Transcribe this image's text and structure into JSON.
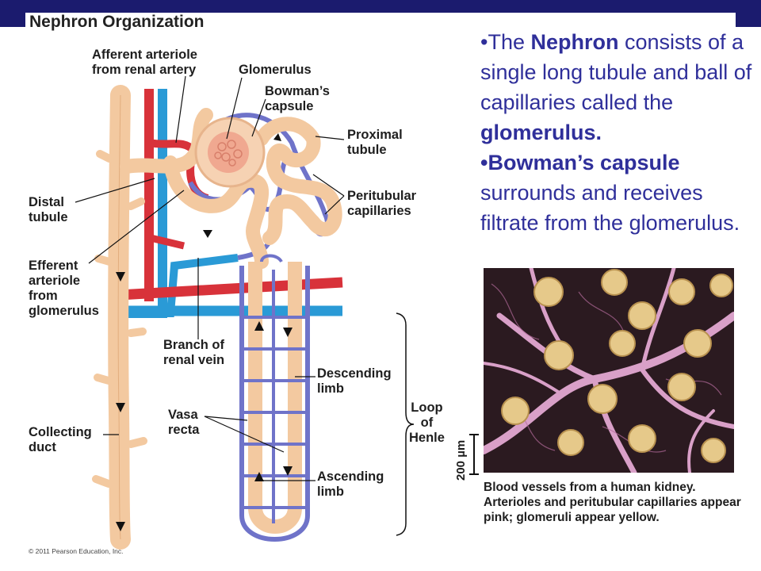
{
  "title": "Nephron Organization",
  "labels": {
    "afferent_line1": "Afferent arteriole",
    "afferent_line2": "from renal artery",
    "glomerulus": "Glomerulus",
    "bowmans_line1": "Bowman’s",
    "bowmans_line2": "capsule",
    "proximal_line1": "Proximal",
    "proximal_line2": "tubule",
    "peritubular_line1": "Peritubular",
    "peritubular_line2": "capillaries",
    "distal_line1": "Distal",
    "distal_line2": "tubule",
    "efferent_line1": "Efferent",
    "efferent_line2": "arteriole",
    "efferent_line3": "from",
    "efferent_line4": "glomerulus",
    "branch_line1": "Branch of",
    "branch_line2": "renal vein",
    "descending_line1": "Descending",
    "descending_line2": "limb",
    "vasa_line1": "Vasa",
    "vasa_line2": "recta",
    "collecting_line1": "Collecting",
    "collecting_line2": "duct",
    "loop_line1": "Loop",
    "loop_line2": "of",
    "loop_line3": "Henle",
    "ascending_line1": "Ascending",
    "ascending_line2": "limb"
  },
  "bullets": {
    "b1_pre": "•The ",
    "b1_bold": "Nephron",
    "b1_mid": " consists of a single long tubule and ball of capillaries called the ",
    "b1_bold2": "glomerulus.",
    "b2_bold": "•Bowman’s capsule",
    "b2_rest": " surrounds and receives filtrate from the glomerulus."
  },
  "micrograph": {
    "scale_label": "200 µm",
    "caption": "Blood vessels from a human kidney. Arterioles and peritubular capillaries appear pink; glomeruli appear yellow."
  },
  "copyright": "© 2011 Pearson Education, Inc.",
  "colors": {
    "bar": "#1b1b6e",
    "bullet_text": "#2f2f9a",
    "artery": "#d8323a",
    "vein": "#2a9ad6",
    "tubule": "#f3c9a0",
    "capillary": "#6f73c9"
  }
}
